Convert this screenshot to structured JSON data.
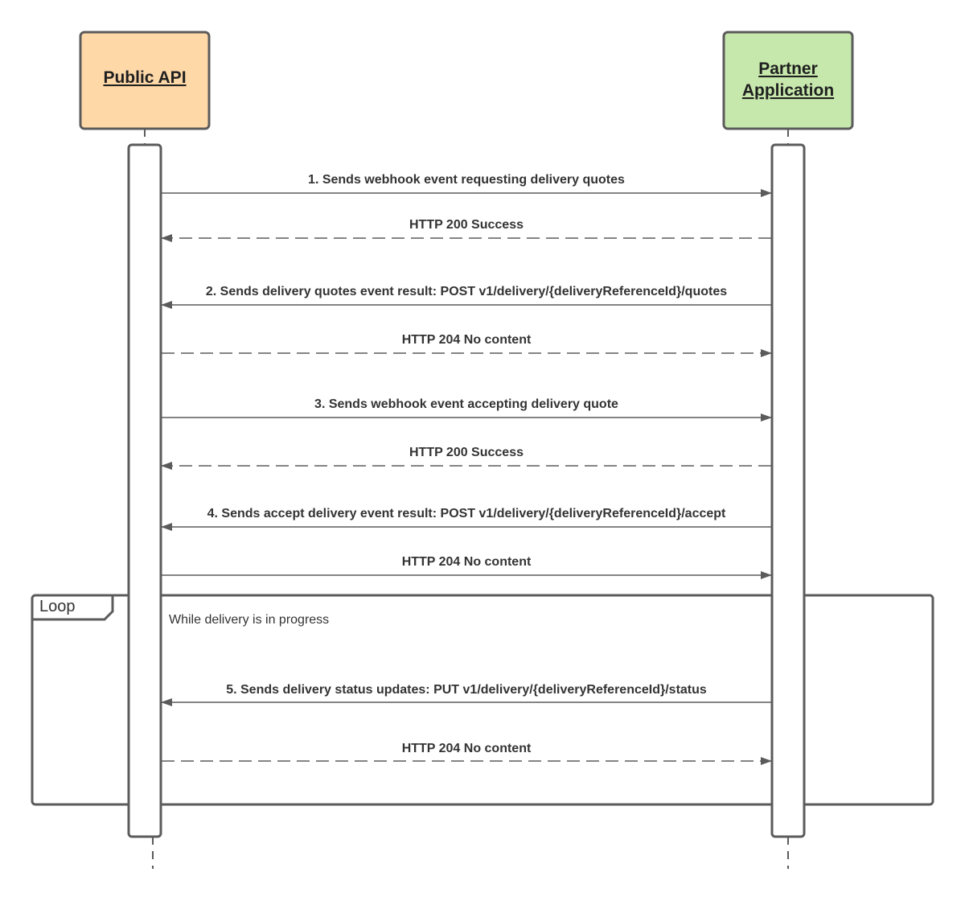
{
  "participants": [
    {
      "id": "public-api",
      "lines": [
        "Public API"
      ],
      "fill": "#ffd8a8"
    },
    {
      "id": "partner-application",
      "lines": [
        "Partner",
        "Application"
      ],
      "fill": "#c7e8ac"
    }
  ],
  "messages": [
    {
      "from": "public-api",
      "to": "partner-application",
      "style": "solid",
      "label": "1. Sends webhook event requesting delivery quotes"
    },
    {
      "from": "partner-application",
      "to": "public-api",
      "style": "dashed",
      "label": "HTTP 200 Success"
    },
    {
      "from": "partner-application",
      "to": "public-api",
      "style": "solid",
      "label": "2. Sends delivery quotes event result: POST v1/delivery/{deliveryReferenceId}/quotes"
    },
    {
      "from": "public-api",
      "to": "partner-application",
      "style": "dashed",
      "label": "HTTP 204 No content"
    },
    {
      "from": "public-api",
      "to": "partner-application",
      "style": "solid",
      "label": "3. Sends webhook event accepting delivery quote"
    },
    {
      "from": "partner-application",
      "to": "public-api",
      "style": "dashed",
      "label": "HTTP 200 Success"
    },
    {
      "from": "partner-application",
      "to": "public-api",
      "style": "solid",
      "label": "4. Sends accept delivery event result: POST v1/delivery/{deliveryReferenceId}/accept"
    },
    {
      "from": "public-api",
      "to": "partner-application",
      "style": "solid",
      "label": "HTTP 204 No content"
    },
    {
      "from": "partner-application",
      "to": "public-api",
      "style": "solid",
      "label": "5. Sends delivery status updates: PUT v1/delivery/{deliveryReferenceId}/status"
    },
    {
      "from": "public-api",
      "to": "partner-application",
      "style": "dashed",
      "label": "HTTP 204 No content"
    }
  ],
  "loop": {
    "label": "Loop",
    "condition": "While delivery is in progress"
  },
  "colors": {
    "stroke": "#5b5b5b",
    "text": "#333333"
  }
}
